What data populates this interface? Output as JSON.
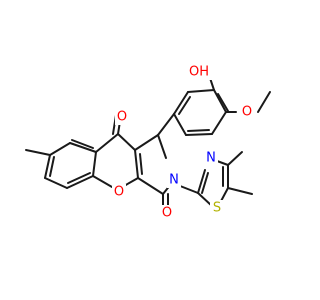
{
  "colors": {
    "background": "#ffffff",
    "bond": "#1a1a1a",
    "oxygen": "#ff0000",
    "nitrogen": "#0000ff",
    "sulfur": "#b2b200"
  },
  "atom_labels": {
    "hydroxyl": "OH",
    "methoxy_oxygen": "O",
    "ketone_oxygen": "O",
    "pyran_oxygen": "O",
    "lactam_oxygen": "O",
    "amide_nitrogen": "N",
    "thiazole_nitrogen": "N",
    "thiazole_sulfur": "S"
  }
}
